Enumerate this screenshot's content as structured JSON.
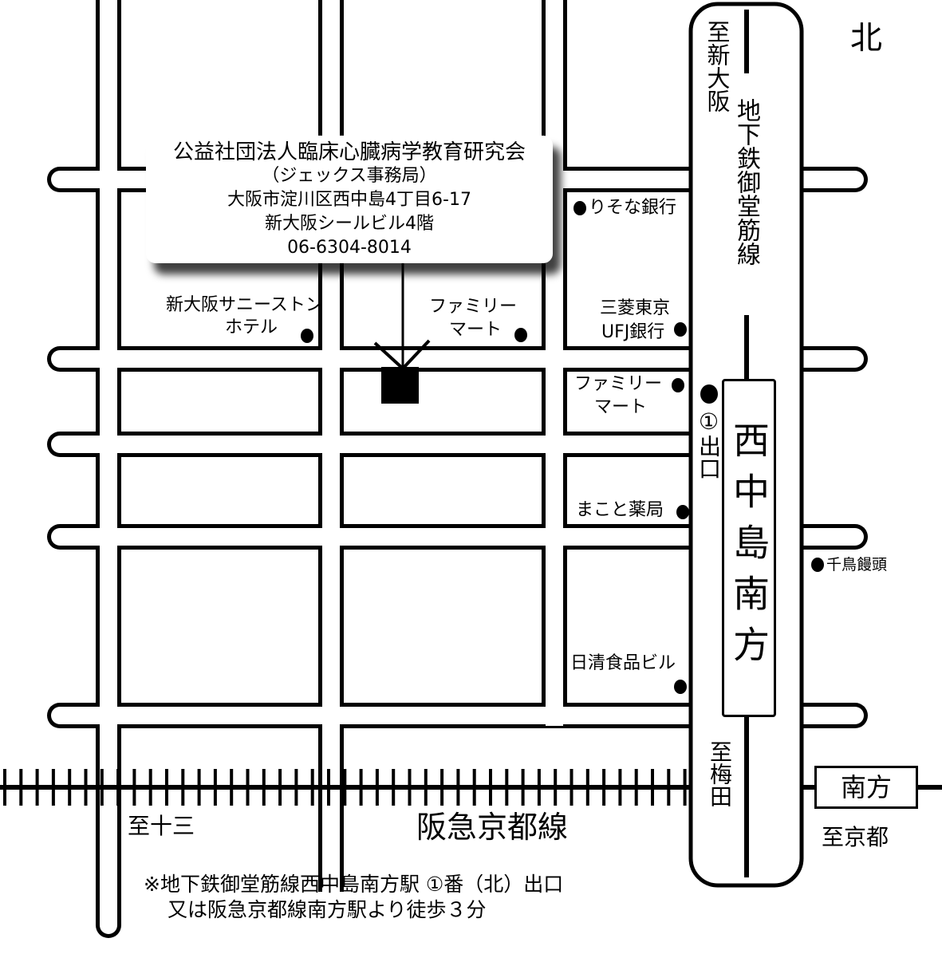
{
  "compass": "北",
  "info_box": {
    "organization": "公益社団法人臨床心臓病学教育研究会",
    "office": "（ジェックス事務局）",
    "address": "大阪市淀川区西中島4丁目6-17",
    "building": "新大阪シールビル4階",
    "phone": "06-6304-8014"
  },
  "subway": {
    "line_name": "地下鉄御堂筋線",
    "to_north": "至新大阪",
    "to_south": "至梅田",
    "station": "西中島南方",
    "exit": "①出口"
  },
  "railway": {
    "line_name": "阪急京都線",
    "to_west": "至十三",
    "to_east": "至京都",
    "station": "南方"
  },
  "landmarks": {
    "resona": "りそな銀行",
    "mufg_1": "三菱東京",
    "mufg_2": "UFJ銀行",
    "familymart_east_1": "ファミリー",
    "familymart_east_2": "マート",
    "makoto": "まこと薬局",
    "chidori": "千鳥饅頭",
    "nissin": "日清食品ビル",
    "hotel_1": "新大阪サニーストン",
    "hotel_2": "ホテル",
    "familymart_west_1": "ファミリー",
    "familymart_west_2": "マート"
  },
  "footer": {
    "line1": "※地下鉄御堂筋線西中島南方駅 ①番（北）出口",
    "line2": "又は阪急京都線南方駅より徒歩３分"
  }
}
